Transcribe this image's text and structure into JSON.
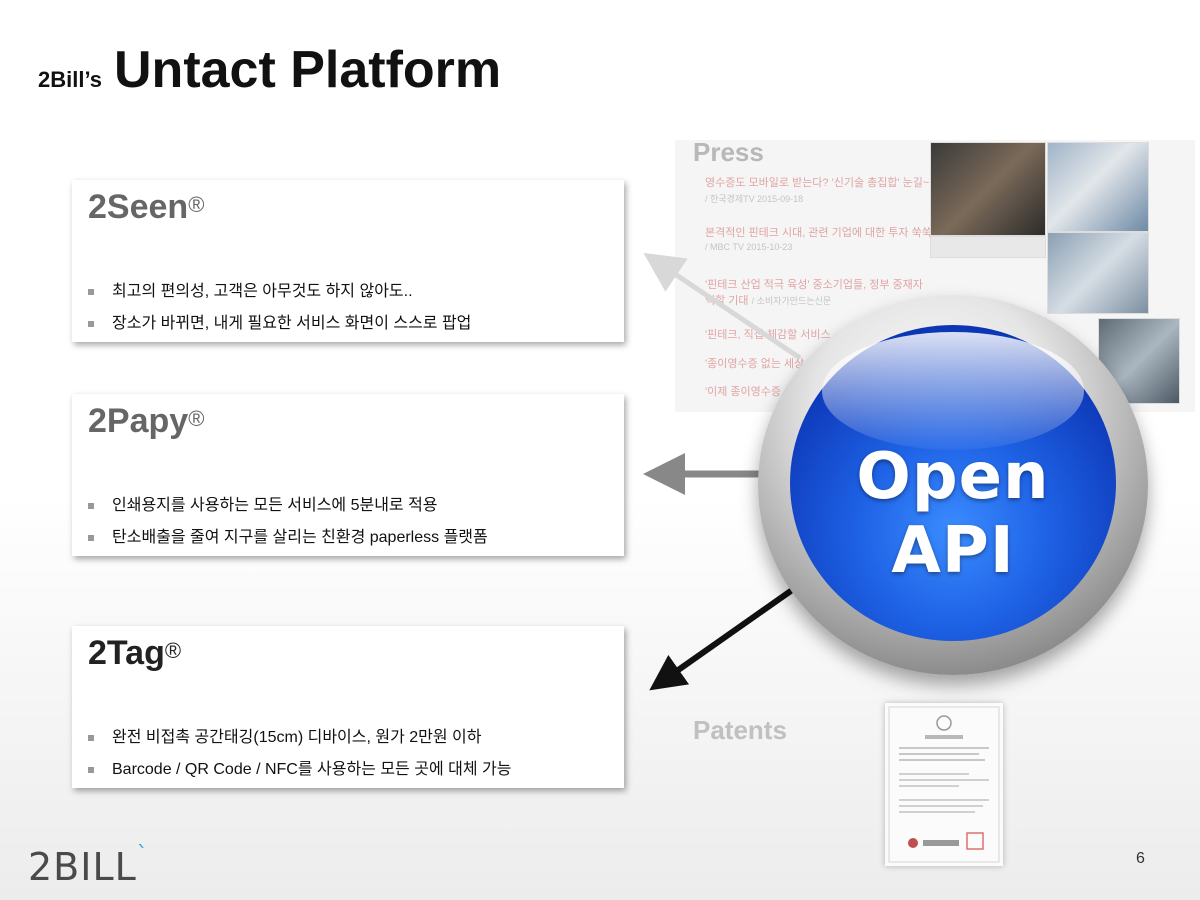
{
  "header": {
    "brand_small": "2Bill’s",
    "title": "Untact Platform"
  },
  "press": {
    "label": "Press",
    "items": [
      {
        "headline": "영수증도 모바일로 받는다? '신기술 총집합' 눈길~",
        "source": "/ 한국경제TV  2015-09-18"
      },
      {
        "headline": "본격적인 핀테크 시대, 관련 기업에 대한 투자 쑥쑥↑",
        "source": "/ MBC TV  2015-10-23"
      },
      {
        "headline": "'핀테크 산업 적극 육성' 중소기업들, 정부 중재자",
        "source": ""
      },
      {
        "headline": "역할 기대",
        "source": "/ 소비자가만드는신문"
      },
      {
        "headline": "'핀테크, 직접 체감할 서비스",
        "source": ""
      },
      {
        "headline": "'종이영수증 없는 세상",
        "source": ""
      },
      {
        "headline": "'이제 종이영수증",
        "source": ""
      }
    ]
  },
  "patents": {
    "label": "Patents"
  },
  "cards": [
    {
      "name": "2Seen",
      "reg": "®",
      "bullets": [
        "최고의 편의성,  고객은 아무것도 하지 않아도..",
        "장소가 바뀌면, 내게 필요한 서비스 화면이 스스로 팝업"
      ]
    },
    {
      "name": "2Papy",
      "reg": "®",
      "bullets": [
        "인쇄용지를 사용하는 모든 서비스에 5분내로 적용",
        "탄소배출을 줄여 지구를 살리는 친환경 paperless 플랫폼"
      ]
    },
    {
      "name": "2Tag",
      "reg": "®",
      "bullets": [
        "완전 비접촉 공간태깅(15cm) 디바이스,  원가 2만원 이하",
        "Barcode / QR Code / NFC를 사용하는 모든 곳에 대체 가능"
      ]
    }
  ],
  "sphere": {
    "label": "Open API"
  },
  "footer": {
    "logo": "2BILL",
    "page": "6"
  },
  "colors": {
    "sphere_blue": "#1f63e6",
    "press_label": "#b8b8b8",
    "logo_accent": "#3aa5d6"
  }
}
